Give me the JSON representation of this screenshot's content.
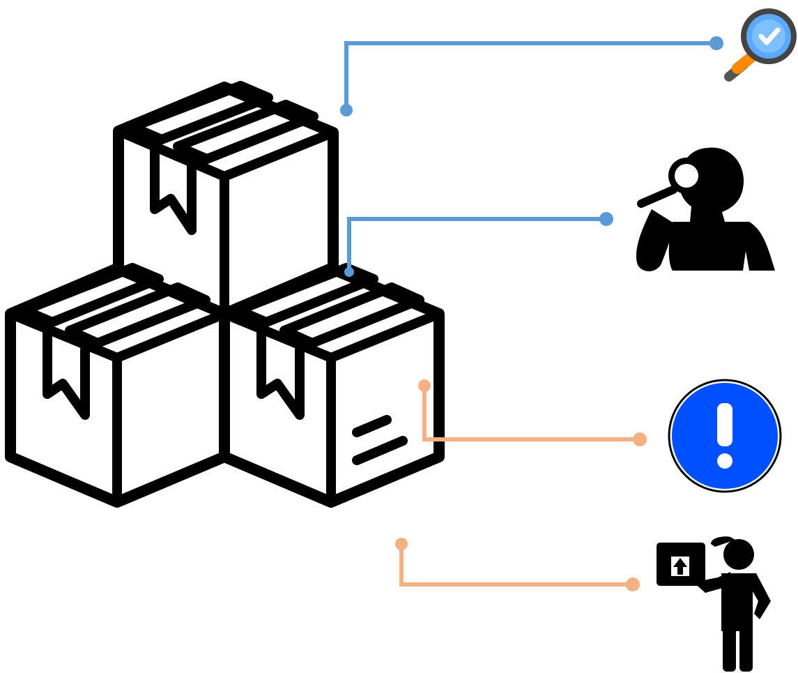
{
  "diagram": {
    "center": {
      "icon": "stacked-boxes-icon"
    },
    "connectors": [
      {
        "name": "quality-check",
        "color": "#5b9bd5",
        "icon": "magnifier-check-icon"
      },
      {
        "name": "inspection",
        "color": "#5b9bd5",
        "icon": "person-magnifier-icon"
      },
      {
        "name": "alert",
        "color": "#f4b183",
        "icon": "exclamation-icon"
      },
      {
        "name": "delivery",
        "color": "#f4b183",
        "icon": "delivery-person-icon"
      }
    ],
    "colors": {
      "blue_line": "#5b9bd5",
      "orange_line": "#f4b183",
      "alert_blue": "#0050ff",
      "magnifier_lens": "#5aa9ff",
      "magnifier_handle": "#ff8a00"
    }
  }
}
